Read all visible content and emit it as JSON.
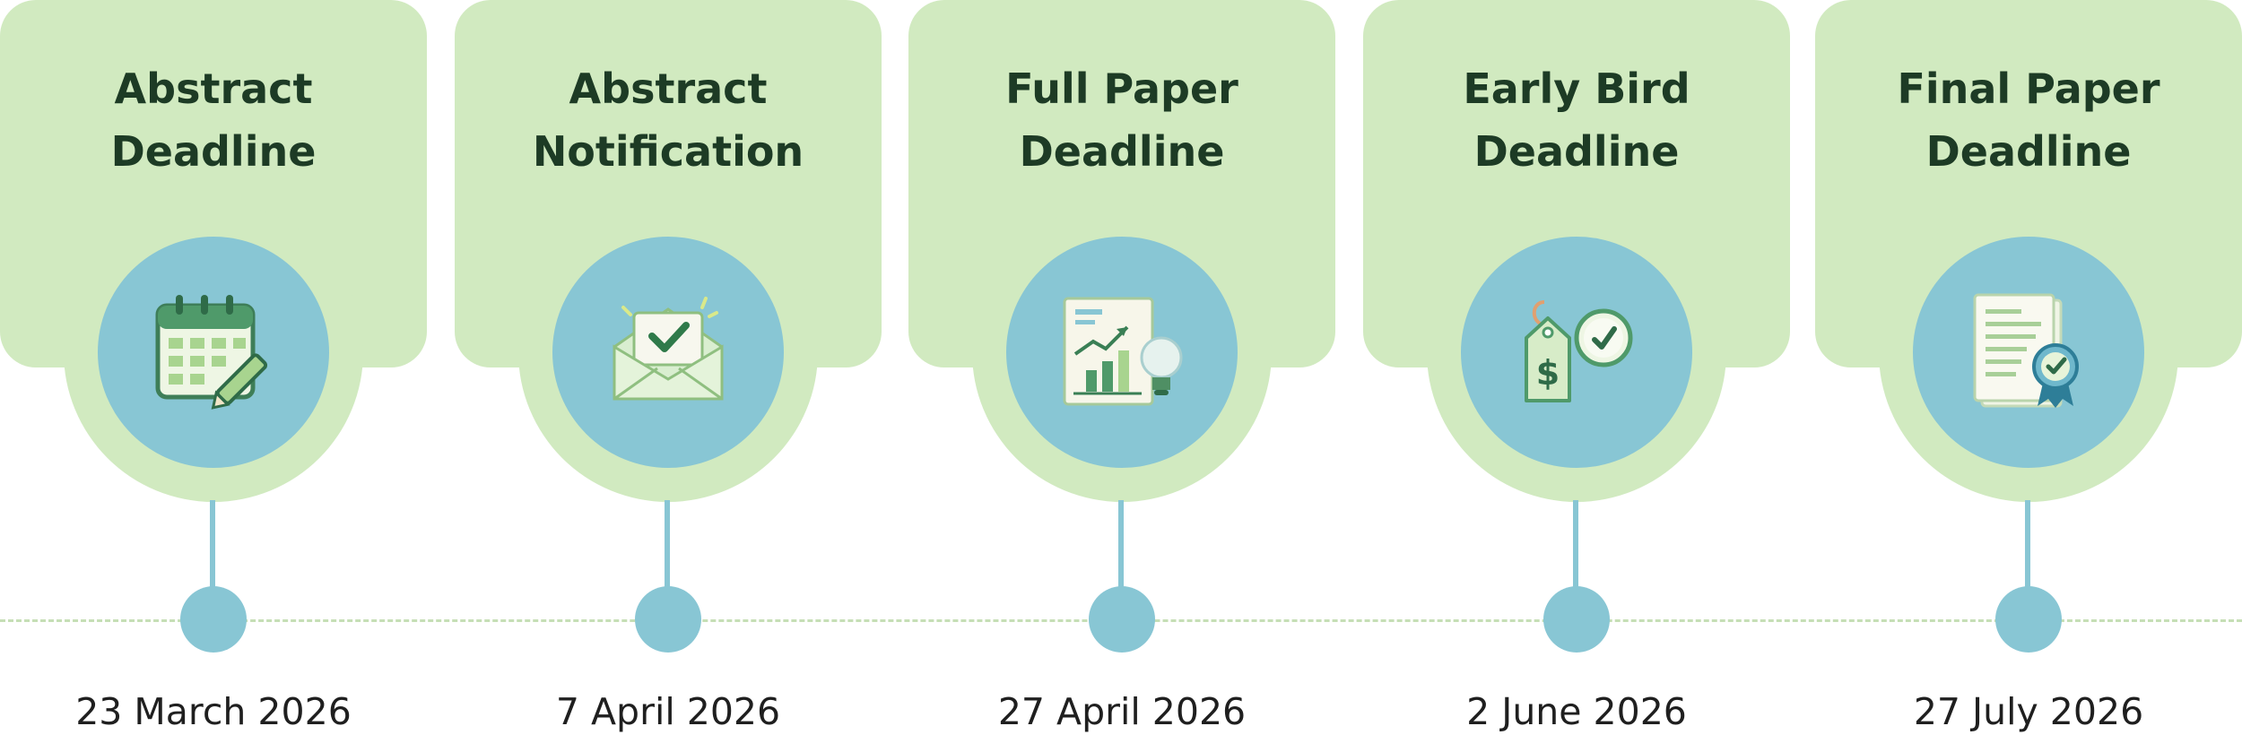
{
  "timeline": {
    "milestones": [
      {
        "title_lines": [
          "Abstract",
          "Deadline"
        ],
        "date": "23 March 2026",
        "icon": "calendar-pencil-icon"
      },
      {
        "title_lines": [
          "Abstract",
          "Notification"
        ],
        "date": "7 April 2026",
        "icon": "envelope-check-icon"
      },
      {
        "title_lines": [
          "Full Paper",
          "Deadline"
        ],
        "date": "27 April 2026",
        "icon": "report-chart-lightbulb-icon"
      },
      {
        "title_lines": [
          "Early Bird",
          "Deadline"
        ],
        "date": "2 June 2026",
        "icon": "price-tag-clock-icon"
      },
      {
        "title_lines": [
          "Final Paper",
          "Deadline"
        ],
        "date": "27 July 2026",
        "icon": "document-award-icon"
      }
    ]
  },
  "colors": {
    "card": "#d1eac0",
    "disc": "#88c6d4",
    "title_text": "#1d3b25",
    "date_text": "#1f1f1f",
    "axis": "#c6dfb6"
  }
}
